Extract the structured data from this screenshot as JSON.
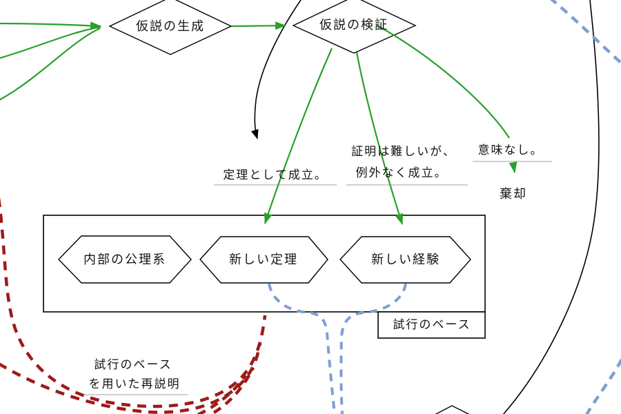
{
  "diagram": {
    "nodes": {
      "hypothesis_generation": "仮説の生成",
      "hypothesis_verification": "仮説の検証",
      "internal_axioms": "内部の公理系",
      "new_theorem": "新しい定理",
      "new_experience": "新しい経験",
      "trial_base": "試行のベース",
      "rejection": "棄却"
    },
    "labels": {
      "theorem_established": "定理として成立。",
      "proof_difficult_line1": "証明は難しいが、",
      "proof_difficult_line2": "例外なく成立。",
      "no_meaning": "意味なし。",
      "reexplain_line1": "試行のベース",
      "reexplain_line2": "を用いた再説明"
    },
    "colors": {
      "edge_green": "#2aa02a",
      "edge_black": "#000000",
      "edge_blue": "#7f9fce",
      "edge_darkred": "#9e1a1a",
      "node_stroke": "#000000",
      "underline_gray": "#b3b3b3"
    }
  }
}
